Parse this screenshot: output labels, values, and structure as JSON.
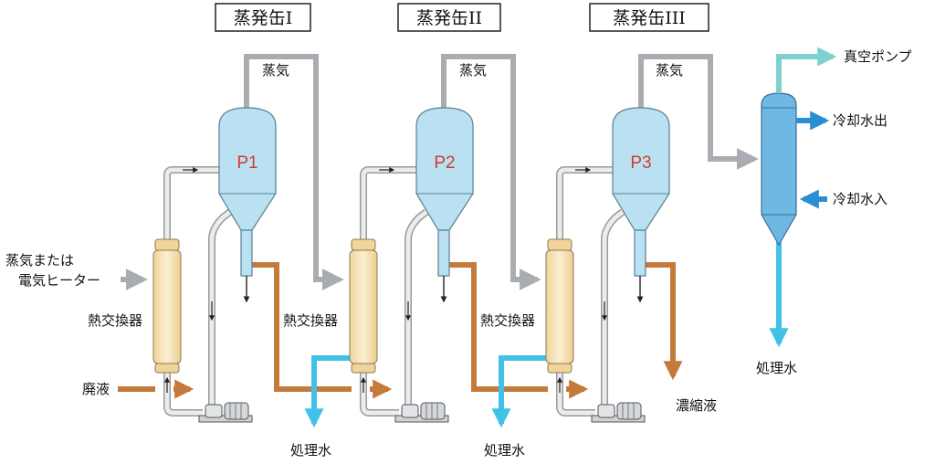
{
  "titles": {
    "evaporator_1": "蒸発缶I",
    "evaporator_2": "蒸発缶II",
    "evaporator_3": "蒸発缶III"
  },
  "vessels": {
    "p1": "P1",
    "p2": "P2",
    "p3": "P3"
  },
  "labels": {
    "steam_1": "蒸気",
    "steam_2": "蒸気",
    "steam_3": "蒸気",
    "heat_source_line1": "蒸気または",
    "heat_source_line2": "電気ヒーター",
    "heat_exchanger_1": "熱交換器",
    "heat_exchanger_2": "熱交換器",
    "heat_exchanger_3": "熱交換器",
    "waste_liquid": "廃液",
    "treated_water_1": "処理水",
    "treated_water_2": "処理水",
    "treated_water_3": "処理水",
    "concentrate": "濃縮液",
    "vacuum_pump": "真空ポンプ",
    "cooling_water_out": "冷却水出",
    "cooling_water_in": "冷却水入"
  },
  "colors": {
    "steam_pipe": "#a9acb0",
    "liquid_pipe": "#c47a3a",
    "treated_water": "#3fc1e8",
    "vacuum_line": "#7fd0d0",
    "cooling_water": "#2a8fd0",
    "vessel_fill": "#b9e1f2",
    "condenser_fill": "#6fb8e4",
    "exchanger_fill": "#f7e3b5",
    "recirc_pipe": "#ececec",
    "red_text": "#d43a2f"
  }
}
